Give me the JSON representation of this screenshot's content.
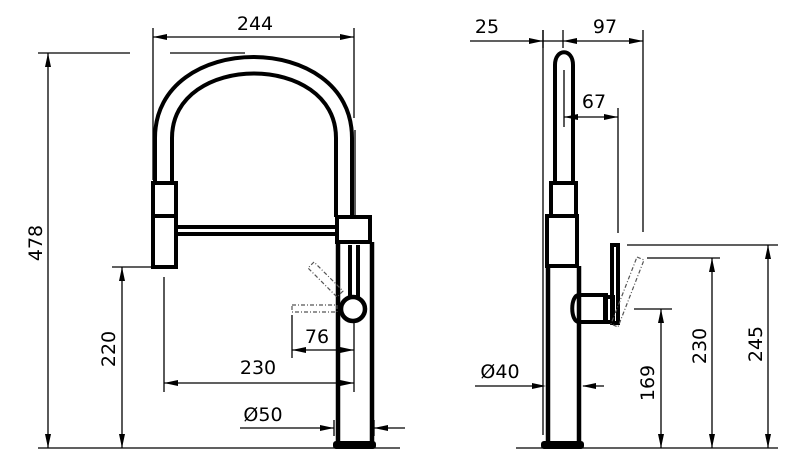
{
  "drawing": {
    "title": "Faucet technical dimension drawing",
    "units": "mm",
    "line_color": "#000000",
    "background": "#ffffff"
  },
  "front_view": {
    "dimensions": {
      "spout_width": "244",
      "total_height": "478",
      "spray_head_height": "220",
      "reach": "230",
      "handle_offset": "76",
      "body_diameter": "Ø50"
    }
  },
  "side_view": {
    "dimensions": {
      "left_offset": "25",
      "right_offset": "97",
      "handle_reach": "67",
      "handle_top_height": "245",
      "handle_raised_height": "230",
      "handle_base_height": "169",
      "body_diameter": "Ø40"
    }
  }
}
